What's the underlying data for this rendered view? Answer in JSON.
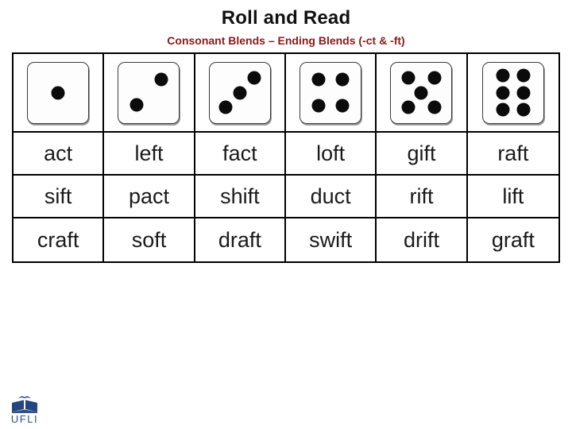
{
  "page": {
    "title": "Roll and Read",
    "subtitle": "Consonant Blends – Ending Blends (-ct & -ft)",
    "title_color": "#111111",
    "subtitle_color": "#8B1A1A",
    "background_color": "#FFFFFF"
  },
  "table": {
    "border_color": "#000000",
    "dice": [
      {
        "value": 1,
        "pips": [
          [
            50,
            50
          ]
        ]
      },
      {
        "value": 2,
        "pips": [
          [
            30,
            70
          ],
          [
            70,
            28
          ]
        ]
      },
      {
        "value": 3,
        "pips": [
          [
            26,
            74
          ],
          [
            50,
            50
          ],
          [
            74,
            26
          ]
        ]
      },
      {
        "value": 4,
        "pips": [
          [
            30,
            28
          ],
          [
            70,
            28
          ],
          [
            30,
            72
          ],
          [
            70,
            72
          ]
        ]
      },
      {
        "value": 5,
        "pips": [
          [
            28,
            26
          ],
          [
            72,
            26
          ],
          [
            50,
            50
          ],
          [
            28,
            74
          ],
          [
            72,
            74
          ]
        ]
      },
      {
        "value": 6,
        "pips": [
          [
            33,
            22
          ],
          [
            67,
            22
          ],
          [
            33,
            50
          ],
          [
            67,
            50
          ],
          [
            33,
            78
          ],
          [
            67,
            78
          ]
        ]
      }
    ],
    "rows": [
      {
        "cells": [
          "act",
          "left",
          "fact",
          "loft",
          "gift",
          "raft"
        ]
      },
      {
        "cells": [
          "sift",
          "pact",
          "shift",
          "duct",
          "rift",
          "lift"
        ]
      },
      {
        "cells": [
          "craft",
          "soft",
          "draft",
          "swift",
          "drift",
          "graft"
        ]
      }
    ]
  },
  "footer": {
    "logo_text": "UFLI",
    "logo_color": "#2E5090"
  }
}
